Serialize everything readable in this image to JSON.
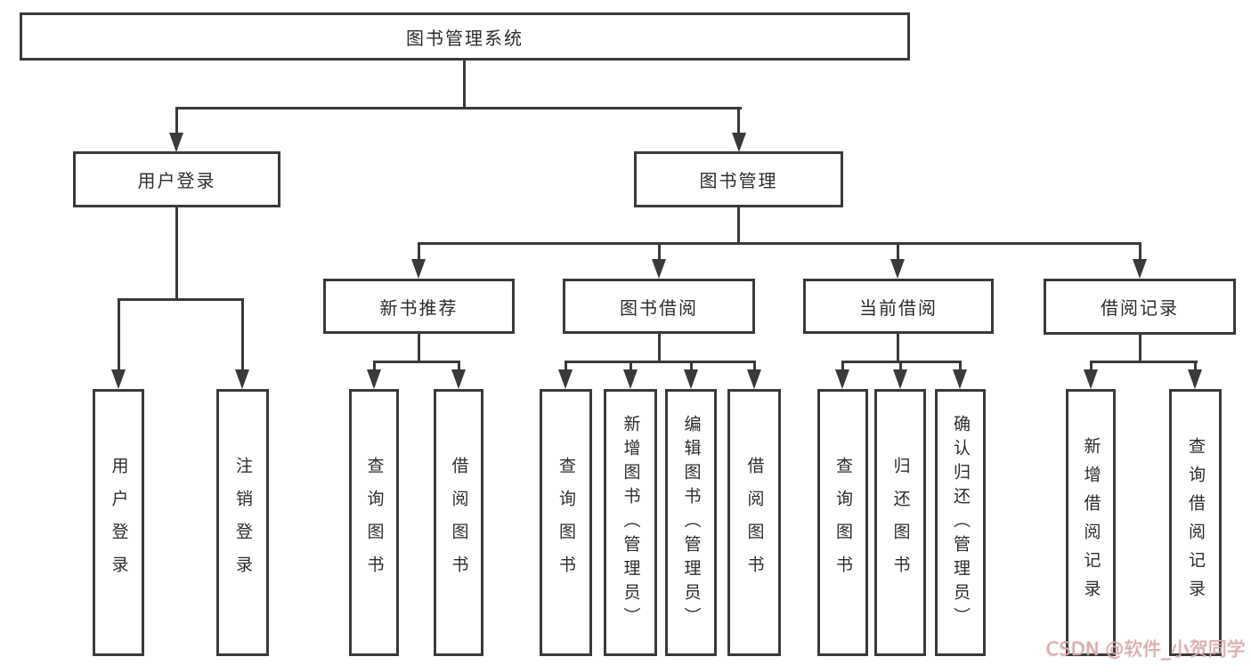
{
  "title": "图书管理系统",
  "watermark": "CSDN @软件_小贺同学",
  "colors": {
    "line": "#3a3a3a",
    "box_border": "#3a3a3a",
    "text": "#2d2d2d",
    "watermark": "#e2a8a8",
    "background": "#ffffff"
  },
  "tree": {
    "root": {
      "label": "图书管理系统"
    },
    "level2": [
      {
        "label": "用户登录"
      },
      {
        "label": "图书管理"
      }
    ],
    "level3": [
      {
        "label": "新书推荐"
      },
      {
        "label": "图书借阅"
      },
      {
        "label": "当前借阅"
      },
      {
        "label": "借阅记录"
      }
    ],
    "leaves": {
      "user_login": [
        "用户登录",
        "注销登录"
      ],
      "new_books": [
        "查询图书",
        "借阅图书"
      ],
      "book_borrow": [
        "查询图书",
        "新增图书（管理员）",
        "编辑图书（管理员）",
        "借阅图书"
      ],
      "current_borrow": [
        "查询图书",
        "归还图书",
        "确认归还（管理员）"
      ],
      "borrow_records": [
        "新增借阅记录",
        "查询借阅记录"
      ]
    }
  }
}
